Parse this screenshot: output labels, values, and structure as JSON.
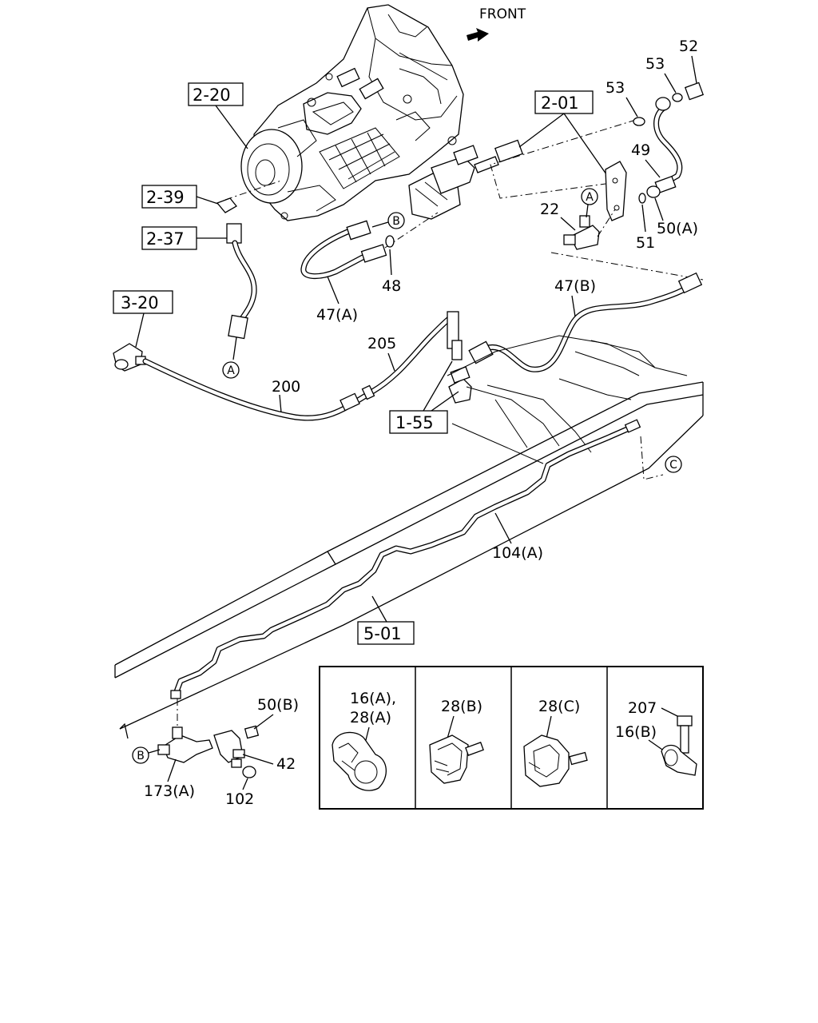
{
  "header": {
    "front_label": "FRONT"
  },
  "reference_boxes": [
    {
      "id": "2-20",
      "label": "2-20"
    },
    {
      "id": "2-39",
      "label": "2-39"
    },
    {
      "id": "2-37",
      "label": "2-37"
    },
    {
      "id": "3-20",
      "label": "3-20"
    },
    {
      "id": "2-01",
      "label": "2-01"
    },
    {
      "id": "1-55",
      "label": "1-55"
    },
    {
      "id": "5-01",
      "label": "5-01"
    }
  ],
  "part_labels": {
    "p52": "52",
    "p53a": "53",
    "p53b": "53",
    "p49": "49",
    "p50a": "50(A)",
    "p51": "51",
    "p22": "22",
    "p48": "48",
    "p47a": "47(A)",
    "p47b": "47(B)",
    "p205": "205",
    "p200": "200",
    "p104a": "104(A)",
    "p50b": "50(B)",
    "p42": "42",
    "p173a": "173(A)",
    "p102": "102"
  },
  "callouts": {
    "a_top": "A",
    "b_top": "B",
    "a_left": "A",
    "c_right": "C",
    "b_bottom": "B"
  },
  "inset_panels": [
    {
      "id": "clip-a",
      "label_line1": "16(A),",
      "label_line2": "28(A)"
    },
    {
      "id": "clip-b",
      "label_line1": "28(B)"
    },
    {
      "id": "clip-c",
      "label_line1": "28(C)"
    },
    {
      "id": "clip-d",
      "label_line1": "207",
      "label_line2": "16(B)"
    }
  ]
}
